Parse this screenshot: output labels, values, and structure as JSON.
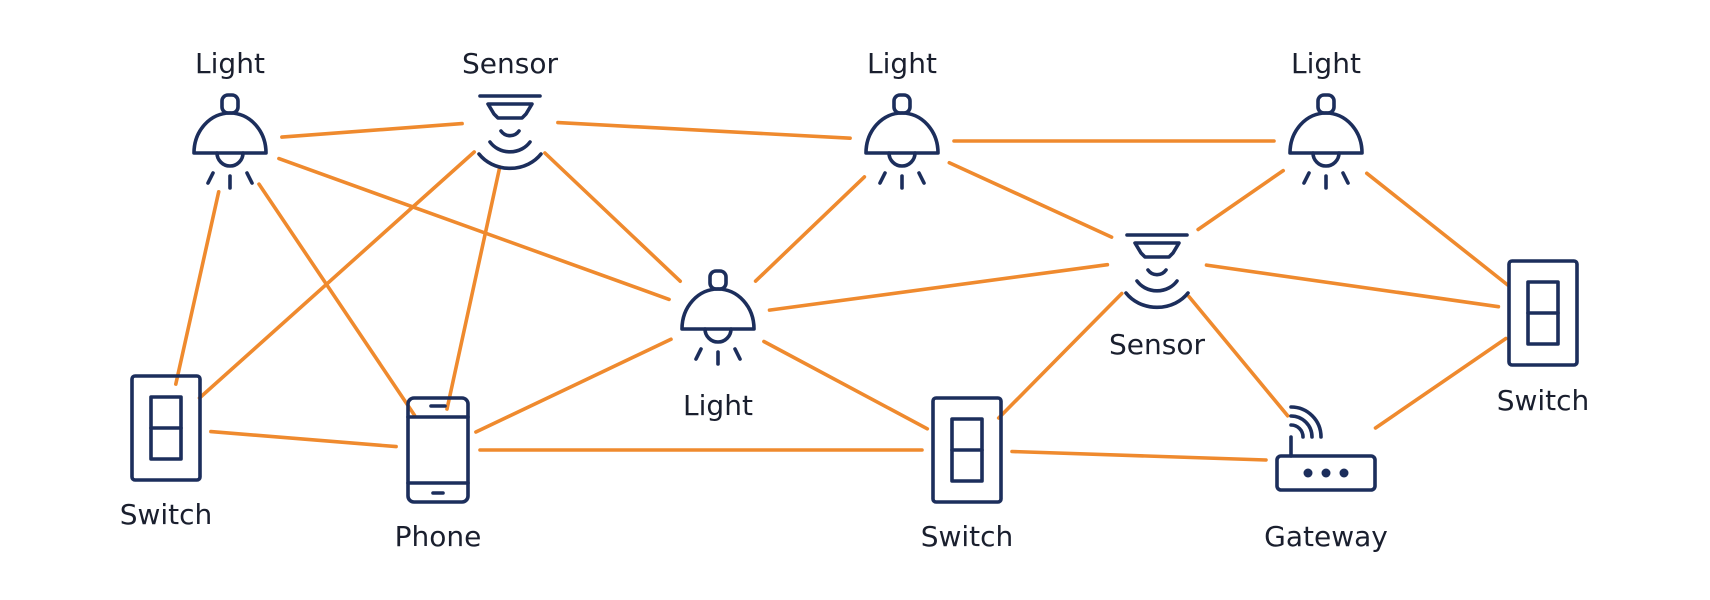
{
  "diagram": {
    "edge_color": "#ef8a2e",
    "icon_color": "#1c2e5c",
    "nodes": [
      {
        "id": "light1",
        "type": "light-icon",
        "label": "Light"
      },
      {
        "id": "sensor1",
        "type": "sensor-icon",
        "label": "Sensor"
      },
      {
        "id": "light2",
        "type": "light-icon",
        "label": "Light"
      },
      {
        "id": "light3",
        "type": "light-icon",
        "label": "Light"
      },
      {
        "id": "light4",
        "type": "light-icon",
        "label": "Light"
      },
      {
        "id": "sensor2",
        "type": "sensor-icon",
        "label": "Sensor"
      },
      {
        "id": "switch1",
        "type": "switch-icon",
        "label": "Switch"
      },
      {
        "id": "phone",
        "type": "phone-icon",
        "label": "Phone"
      },
      {
        "id": "switch2",
        "type": "switch-icon",
        "label": "Switch"
      },
      {
        "id": "gateway",
        "type": "gateway-icon",
        "label": "Gateway"
      },
      {
        "id": "switch3",
        "type": "switch-icon",
        "label": "Switch"
      }
    ],
    "edges": [
      [
        "light1",
        "sensor1"
      ],
      [
        "light1",
        "switch1"
      ],
      [
        "light1",
        "phone"
      ],
      [
        "light1",
        "light4"
      ],
      [
        "sensor1",
        "light2"
      ],
      [
        "sensor1",
        "switch1"
      ],
      [
        "sensor1",
        "phone"
      ],
      [
        "sensor1",
        "light4"
      ],
      [
        "light2",
        "light3"
      ],
      [
        "light2",
        "sensor2"
      ],
      [
        "light2",
        "light4"
      ],
      [
        "light3",
        "sensor2"
      ],
      [
        "light3",
        "switch3"
      ],
      [
        "light4",
        "sensor2"
      ],
      [
        "light4",
        "phone"
      ],
      [
        "light4",
        "switch2"
      ],
      [
        "sensor2",
        "switch3"
      ],
      [
        "sensor2",
        "switch2"
      ],
      [
        "sensor2",
        "gateway"
      ],
      [
        "switch1",
        "phone"
      ],
      [
        "phone",
        "switch2"
      ],
      [
        "switch2",
        "gateway"
      ],
      [
        "gateway",
        "switch3"
      ]
    ]
  }
}
